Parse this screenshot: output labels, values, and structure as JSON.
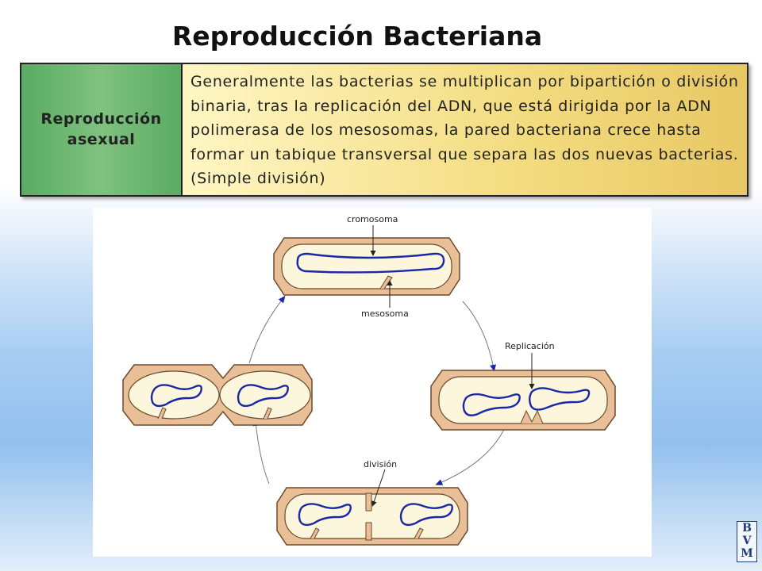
{
  "title": "Reproducción Bacteriana",
  "table": {
    "label": "Reproducción asexual",
    "text": "Generalmente las bacterias se multiplican por bipartición o división binaria, tras la replicación del ADN, que está dirigida por la ADN polimerasa de los mesosomas, la pared bacteriana crece hasta formar un tabique transversal que separa las dos nuevas bacterias. (Simple división)"
  },
  "diagram": {
    "labels": {
      "cromosoma": "cromosoma",
      "mesosoma": "mesosoma",
      "replicacion": "Replicación",
      "division": "división"
    },
    "colors": {
      "cell_wall": "#e8bf96",
      "cytoplasm": "#fbf6dc",
      "chromosome": "#1a28a8",
      "arrow": "#1a28a8",
      "outline": "#6b4a2a"
    }
  },
  "logo": {
    "letters": [
      "B",
      "V",
      "M"
    ]
  }
}
